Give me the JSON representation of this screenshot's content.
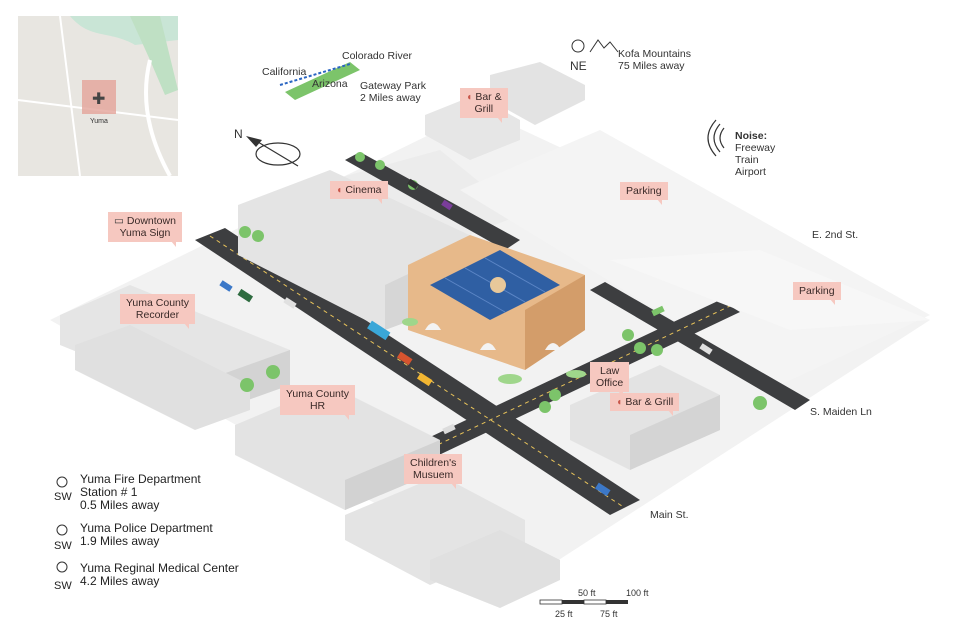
{
  "inset_map": {
    "town_label": "Yuma",
    "scale_text": ""
  },
  "compass": {
    "north_label": "N"
  },
  "river": {
    "colorado_label": "Colorado River",
    "california_label": "California",
    "arizona_label": "Arizona",
    "park_label": "Gateway Park",
    "park_distance": "2 Miles away"
  },
  "mountains": {
    "direction": "NE",
    "name": "Kofa Mountains",
    "distance": "75 Miles away"
  },
  "noise": {
    "title": "Noise:",
    "sources": [
      "Freeway",
      "Train",
      "Airport"
    ]
  },
  "streets": {
    "e2nd": "E. 2nd St.",
    "maiden": "S. Maiden Ln",
    "main": "Main St."
  },
  "tags": {
    "bar_grill_top": "Bar &\nGrill",
    "cinema": "Cinema",
    "parking_1": "Parking",
    "parking_2": "Parking",
    "downtown_sign": "Downtown\nYuma Sign",
    "county_recorder": "Yuma County\nRecorder",
    "county_hr": "Yuma County\nHR",
    "law_office": "Law\nOffice",
    "bar_grill_bottom": "Bar & Grill",
    "childrens_museum": "Children's\nMusuem"
  },
  "pois": [
    {
      "direction": "SW",
      "name": "Yuma Fire Department\nStation # 1",
      "distance": "0.5 Miles away"
    },
    {
      "direction": "SW",
      "name": "Yuma Police Department",
      "distance": "1.9 Miles away"
    },
    {
      "direction": "SW",
      "name": "Yuma Reginal Medical Center",
      "distance": "4.2 Miles away"
    }
  ],
  "scale_bar": {
    "top_labels": [
      "50 ft",
      "100 ft"
    ],
    "bottom_labels": [
      "25 ft",
      "75 ft"
    ]
  },
  "colors": {
    "road": "#3d3e40",
    "road_line": "#e8c35a",
    "building": "#e6e6e6",
    "building_side": "#cfcfcf",
    "ground": "#f3f3f3",
    "tree": "#7cc46a",
    "tag": "#f6c8c0",
    "solar": "#2f5fa3",
    "adobe": "#e7b98a"
  }
}
